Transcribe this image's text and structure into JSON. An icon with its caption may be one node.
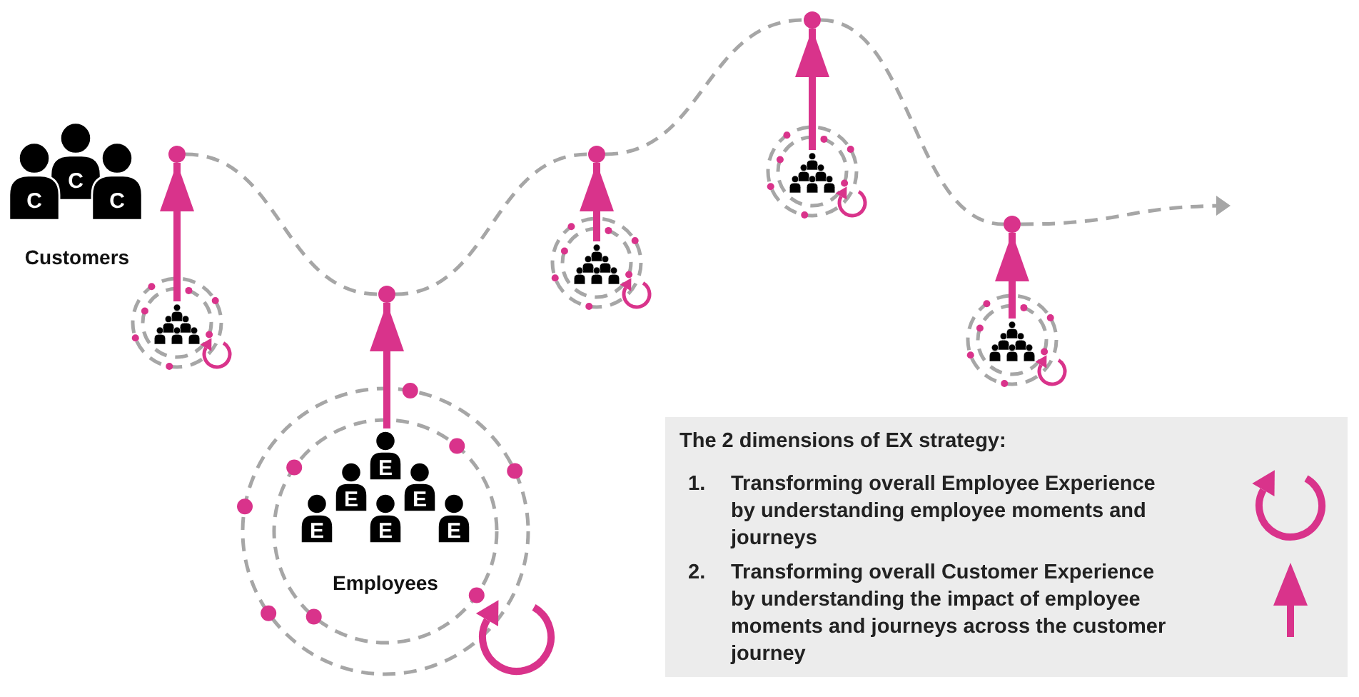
{
  "diagram": {
    "nodes": [
      {
        "text": [
          "Customers"
        ]
      },
      {
        "text": [],
        "shape": "circle"
      },
      {
        "text": [],
        "shape": "circle"
      },
      {
        "text": [],
        "shape": "circle"
      },
      {
        "text": [],
        "shape": "circle"
      },
      {
        "text": [],
        "shape": "circle"
      },
      {
        "text": [],
        "shape": "person"
      },
      {
        "text": [
          "Employees"
        ]
      },
      {
        "text": [],
        "shape": "person"
      },
      {
        "text": [],
        "shape": "person"
      },
      {
        "text": [],
        "shape": "person"
      },
      {
        "text": [
          "The 2 dimensions of EX strategy:",
          "1.",
          "Transforming overall Employee Experience by understanding employee moments and journeys",
          "2.",
          "Transforming overall Customer Experience by understanding the impact of employee moments and journeys across the customer journey"
        ]
      }
    ],
    "edges": [
      {
        "from": 6,
        "to": 1,
        "arrow": "to",
        "style": "thick",
        "color": "#d9338b"
      },
      {
        "from": 7,
        "to": 2,
        "arrow": "to",
        "style": "thick",
        "color": "#d9338b"
      },
      {
        "from": 8,
        "to": 3,
        "arrow": "to",
        "style": "thick",
        "color": "#d9338b"
      },
      {
        "from": 9,
        "to": 4,
        "arrow": "to",
        "style": "thick",
        "color": "#d9338b"
      },
      {
        "from": 10,
        "to": 5,
        "arrow": "to",
        "style": "thick",
        "color": "#d9338b"
      },
      {
        "from": 1,
        "to": 2,
        "arrow": "none",
        "style": "dashed",
        "color": "#a6a6a6"
      },
      {
        "from": 2,
        "to": 3,
        "arrow": "none",
        "style": "dashed",
        "color": "#a6a6a6"
      },
      {
        "from": 3,
        "to": 4,
        "arrow": "none",
        "style": "dashed",
        "color": "#a6a6a6"
      },
      {
        "from": 4,
        "to": 5,
        "arrow": "none",
        "style": "dashed",
        "color": "#a6a6a6"
      },
      {
        "from": 5,
        "to": null,
        "arrow": "to",
        "style": "dashed",
        "color": "#a6a6a6"
      }
    ],
    "labels": [
      "C",
      "C",
      "C",
      "E",
      "E",
      "E",
      "E",
      "E",
      "E"
    ]
  }
}
